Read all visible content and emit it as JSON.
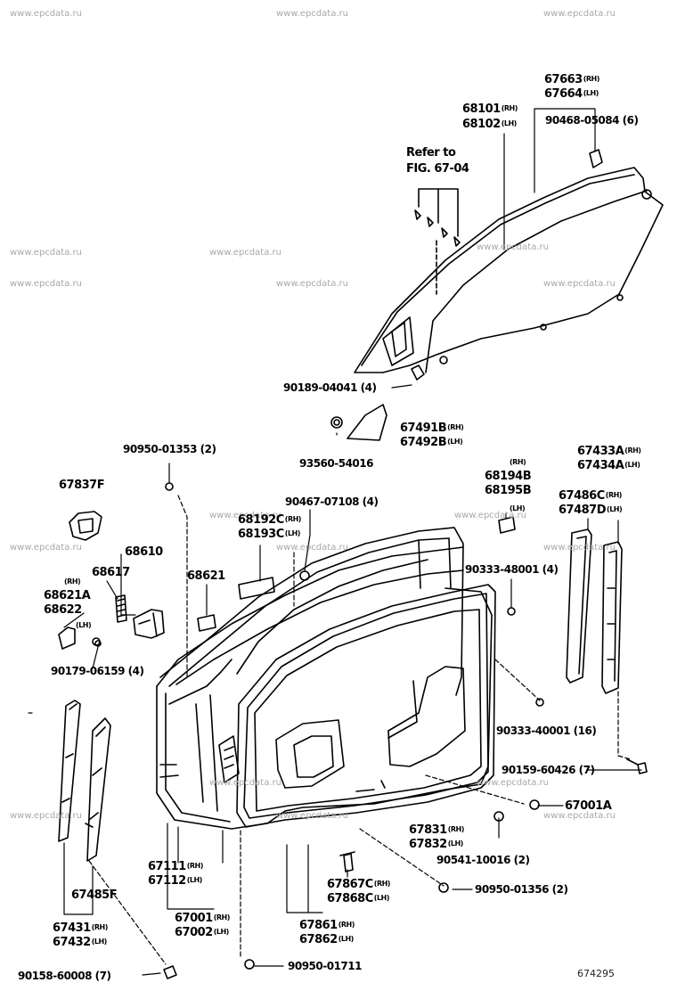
{
  "watermark": "www.epcdata.ru",
  "figure_number": "674295",
  "refer_note": {
    "line1": "Refer to",
    "line2": "FIG. 67-04"
  },
  "parts": [
    {
      "id": "p67663",
      "code": "67663",
      "side": "(RH)"
    },
    {
      "id": "p67664",
      "code": "67664",
      "side": "(LH)"
    },
    {
      "id": "p68101",
      "code": "68101",
      "side": "(RH)"
    },
    {
      "id": "p68102",
      "code": "68102",
      "side": "(LH)"
    },
    {
      "id": "p90468",
      "code": "90468-05084 (6)",
      "side": ""
    },
    {
      "id": "p90189",
      "code": "90189-04041 (4)",
      "side": ""
    },
    {
      "id": "p67491",
      "code": "67491B",
      "side": "(RH)"
    },
    {
      "id": "p67492",
      "code": "67492B",
      "side": "(LH)"
    },
    {
      "id": "p93560",
      "code": "93560-54016",
      "side": ""
    },
    {
      "id": "p90950a",
      "code": "90950-01353 (2)",
      "side": ""
    },
    {
      "id": "p68194",
      "code": "68194B",
      "side": ""
    },
    {
      "id": "p68195",
      "code": "68195B",
      "side": ""
    },
    {
      "id": "p68194rh",
      "code": "",
      "side": "(RH)"
    },
    {
      "id": "p68195lh",
      "code": "",
      "side": "(LH)"
    },
    {
      "id": "p67433",
      "code": "67433A",
      "side": "(RH)"
    },
    {
      "id": "p67434",
      "code": "67434A",
      "side": "(LH)"
    },
    {
      "id": "p67837",
      "code": "67837F",
      "side": ""
    },
    {
      "id": "p90467",
      "code": "90467-07108 (4)",
      "side": ""
    },
    {
      "id": "p68192",
      "code": "68192C",
      "side": "(RH)"
    },
    {
      "id": "p68193",
      "code": "68193C",
      "side": "(LH)"
    },
    {
      "id": "p67486",
      "code": "67486C",
      "side": "(RH)"
    },
    {
      "id": "p67487",
      "code": "67487D",
      "side": "(LH)"
    },
    {
      "id": "p68610",
      "code": "68610",
      "side": ""
    },
    {
      "id": "p68617",
      "code": "68617",
      "side": ""
    },
    {
      "id": "p68621rh",
      "code": "",
      "side": "(RH)"
    },
    {
      "id": "p68621",
      "code": "68621A",
      "side": ""
    },
    {
      "id": "p68622",
      "code": "68622",
      "side": "(LH)"
    },
    {
      "id": "p68621b",
      "code": "68621",
      "side": ""
    },
    {
      "id": "p90333a",
      "code": "90333-48001 (4)",
      "side": ""
    },
    {
      "id": "p90179",
      "code": "90179-06159 (4)",
      "side": ""
    },
    {
      "id": "p90333b",
      "code": "90333-40001 (16)",
      "side": ""
    },
    {
      "id": "p90159",
      "code": "90159-60426 (7)",
      "side": ""
    },
    {
      "id": "p67001a",
      "code": "67001A",
      "side": ""
    },
    {
      "id": "p67831",
      "code": "67831",
      "side": "(RH)"
    },
    {
      "id": "p67832",
      "code": "67832",
      "side": "(LH)"
    },
    {
      "id": "p90541",
      "code": "90541-10016 (2)",
      "side": ""
    },
    {
      "id": "p67111",
      "code": "67111",
      "side": "(RH)"
    },
    {
      "id": "p67112",
      "code": "67112",
      "side": "(LH)"
    },
    {
      "id": "p67867",
      "code": "67867C",
      "side": "(RH)"
    },
    {
      "id": "p67868",
      "code": "67868C",
      "side": "(LH)"
    },
    {
      "id": "p90950b",
      "code": "90950-01356 (2)",
      "side": ""
    },
    {
      "id": "p67485",
      "code": "67485F",
      "side": ""
    },
    {
      "id": "p67001",
      "code": "67001",
      "side": "(RH)"
    },
    {
      "id": "p67002",
      "code": "67002",
      "side": "(LH)"
    },
    {
      "id": "p67861",
      "code": "67861",
      "side": "(RH)"
    },
    {
      "id": "p67862",
      "code": "67862",
      "side": "(LH)"
    },
    {
      "id": "p67431",
      "code": "67431",
      "side": "(RH)"
    },
    {
      "id": "p67432",
      "code": "67432",
      "side": "(LH)"
    },
    {
      "id": "p90158",
      "code": "90158-60008 (7)",
      "side": ""
    },
    {
      "id": "p90950c",
      "code": "90950-01711",
      "side": ""
    }
  ]
}
